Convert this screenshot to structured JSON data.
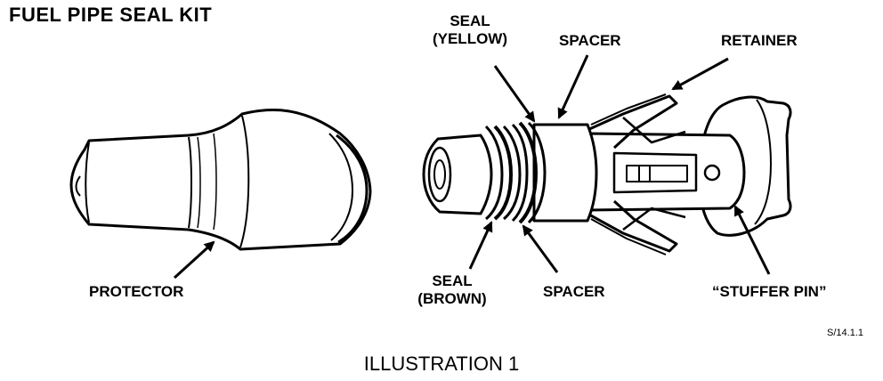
{
  "title": "FUEL PIPE SEAL KIT",
  "labels": {
    "protector": "PROTECTOR",
    "seal_yellow_line1": "SEAL",
    "seal_yellow_line2": "(YELLOW)",
    "spacer_top": "SPACER",
    "retainer": "RETAINER",
    "seal_brown_line1": "SEAL",
    "seal_brown_line2": "(BROWN)",
    "spacer_bottom": "SPACER",
    "stuffer_pin": "“STUFFER PIN”"
  },
  "reference": "S/14.1.1",
  "caption": "ILLUSTRATION 1"
}
